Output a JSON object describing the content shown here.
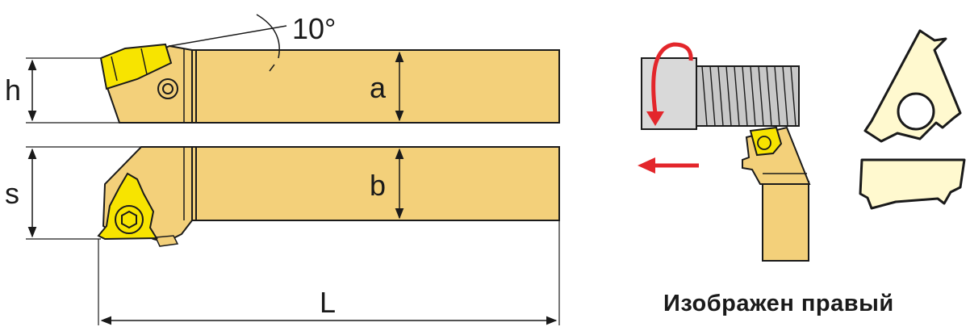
{
  "diagram": {
    "angle_label": "10°",
    "dimensions": {
      "h": "h",
      "a": "a",
      "s": "s",
      "b": "b",
      "L": "L"
    },
    "caption": "Изображен правый"
  },
  "colors": {
    "holder_body": "#F3D07A",
    "insert": "#F7E400",
    "insert_light": "#FFF9CF",
    "outline": "#1A1A1A",
    "arrow_red": "#E3262B",
    "workpiece_grey": "#D9D9D9"
  }
}
